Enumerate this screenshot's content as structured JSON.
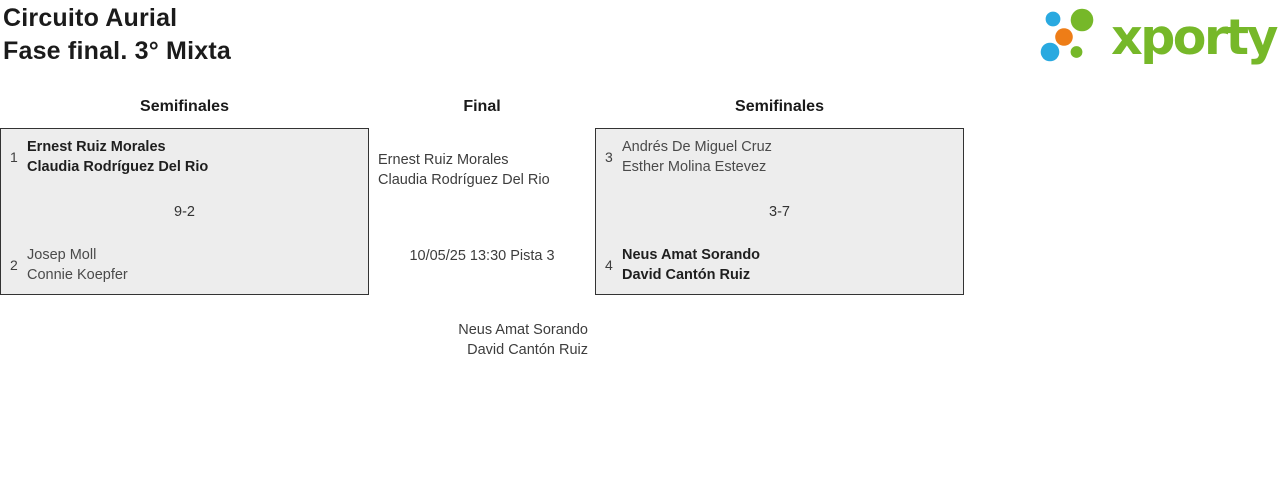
{
  "header": {
    "title_line1": "Circuito Aurial",
    "title_line2": "Fase final. 3° Mixta",
    "logo_text": "xporty"
  },
  "rounds": {
    "left": "Semifinales",
    "center": "Final",
    "right": "Semifinales"
  },
  "matches": {
    "semifinal_left": {
      "team1": {
        "seed": "1",
        "players": [
          "Ernest Ruiz Morales",
          "Claudia Rodríguez Del Rio"
        ],
        "winner": true
      },
      "score": "9-2",
      "team2": {
        "seed": "2",
        "players": [
          "Josep Moll",
          "Connie Koepfer"
        ],
        "winner": false
      }
    },
    "final": {
      "team1": {
        "players": [
          "Ernest Ruiz Morales",
          "Claudia Rodríguez Del Rio"
        ]
      },
      "schedule": "10/05/25 13:30 Pista 3",
      "team2": {
        "players": [
          "Neus Amat Sorando",
          "David Cantón Ruiz"
        ]
      }
    },
    "semifinal_right": {
      "team1": {
        "seed": "3",
        "players": [
          "Andrés De Miguel Cruz",
          "Esther Molina Estevez"
        ],
        "winner": false
      },
      "score": "3-7",
      "team2": {
        "seed": "4",
        "players": [
          "Neus Amat Sorando",
          "David Cantón Ruiz"
        ],
        "winner": true
      }
    }
  },
  "colors": {
    "logo_green": "#76b829",
    "logo_blue": "#29a9e0",
    "logo_orange": "#ee7d17",
    "box_background": "#ededed",
    "box_border": "#333333"
  }
}
